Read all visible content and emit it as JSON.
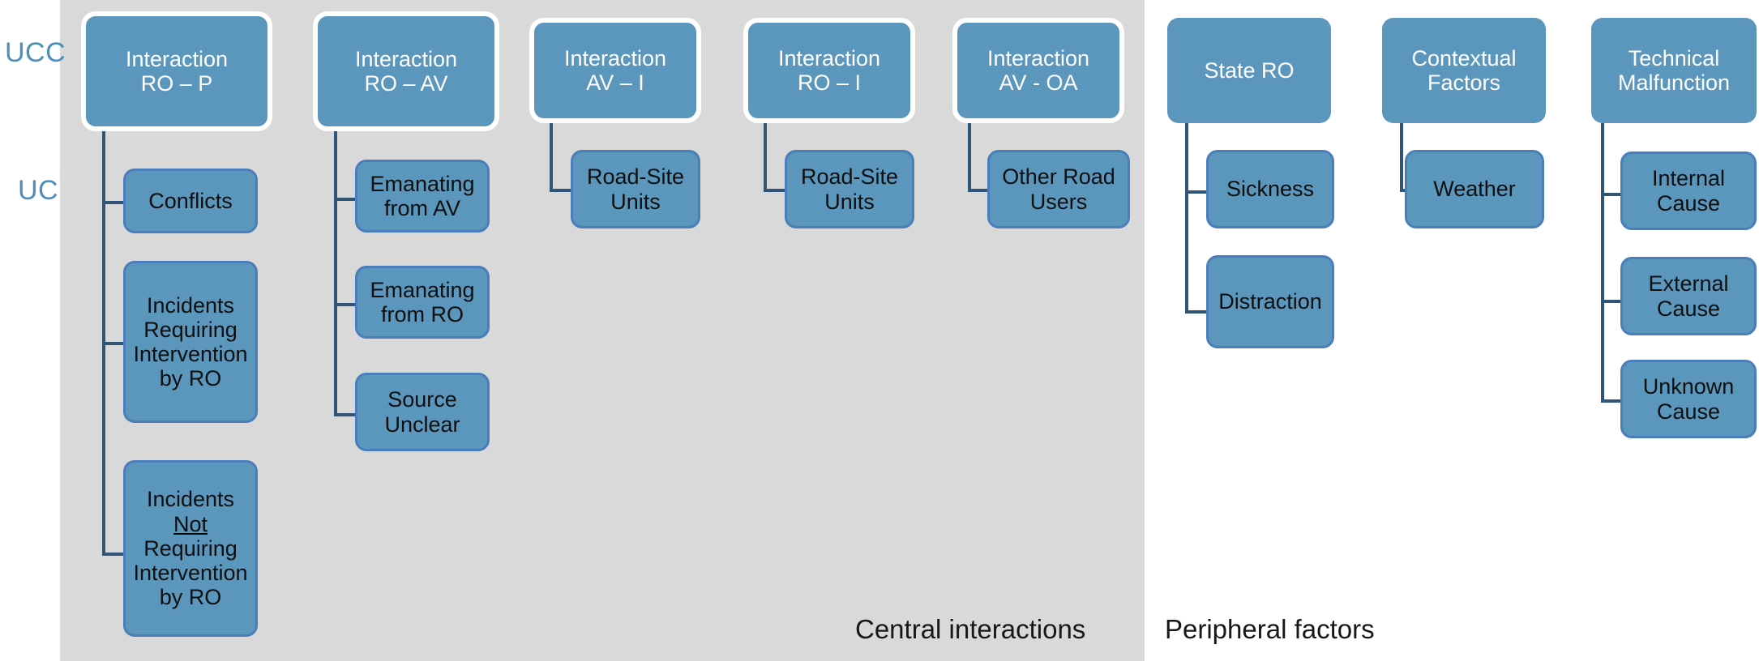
{
  "levels": [
    {
      "id": "ucc",
      "label": "UCC"
    },
    {
      "id": "uc",
      "label": "UC"
    }
  ],
  "captions": {
    "central": "Central interactions",
    "peripheral": "Peripheral factors"
  },
  "colors": {
    "node_fill": "#5b96bd",
    "node_border": "#4a7ebb",
    "root_border": "#ffffff",
    "connector": "#2f5579",
    "panel_background": "#d9d9d9",
    "level_label": "#4b8fbd",
    "page_background": "#ffffff"
  },
  "columns": [
    {
      "id": "interaction-ro-p",
      "group": "central",
      "root": "Interaction\nRO – P",
      "root_line1": "Interaction",
      "root_line2": "RO – P",
      "children": [
        {
          "id": "conflicts",
          "label": "Conflicts"
        },
        {
          "id": "incidents-requiring-intervention",
          "label": "Incidents Requiring Intervention by RO"
        },
        {
          "id": "incidents-not-requiring-intervention",
          "label": "Incidents Not Requiring Intervention by RO"
        }
      ]
    },
    {
      "id": "interaction-ro-av",
      "group": "central",
      "root_line1": "Interaction",
      "root_line2": "RO – AV",
      "children": [
        {
          "id": "emanating-from-av",
          "label": "Emanating from AV"
        },
        {
          "id": "emanating-from-ro",
          "label": "Emanating from RO"
        },
        {
          "id": "source-unclear",
          "label": "Source Unclear"
        }
      ]
    },
    {
      "id": "interaction-av-i",
      "group": "central",
      "root_line1": "Interaction",
      "root_line2": "AV – I",
      "children": [
        {
          "id": "road-site-units-av-i",
          "label": "Road-Site Units"
        }
      ]
    },
    {
      "id": "interaction-ro-i",
      "group": "central",
      "root_line1": "Interaction",
      "root_line2": "RO – I",
      "children": [
        {
          "id": "road-site-units-ro-i",
          "label": "Road-Site Units"
        }
      ]
    },
    {
      "id": "interaction-av-oa",
      "group": "central",
      "root_line1": "Interaction",
      "root_line2": "AV - OA",
      "children": [
        {
          "id": "other-road-users",
          "label": "Other Road Users"
        }
      ]
    },
    {
      "id": "state-ro",
      "group": "peripheral",
      "root_line1": "State RO",
      "root_line2": "",
      "children": [
        {
          "id": "sickness",
          "label": "Sickness"
        },
        {
          "id": "distraction",
          "label": "Distraction"
        }
      ]
    },
    {
      "id": "contextual-factors",
      "group": "peripheral",
      "root_line1": "Contextual",
      "root_line2": "Factors",
      "children": [
        {
          "id": "weather",
          "label": "Weather"
        }
      ]
    },
    {
      "id": "technical-malfunction",
      "group": "peripheral",
      "root_line1": "Technical",
      "root_line2": "Malfunction",
      "children": [
        {
          "id": "internal-cause",
          "label": "Internal Cause"
        },
        {
          "id": "external-cause",
          "label": "External Cause"
        },
        {
          "id": "unknown-cause",
          "label": "Unknown Cause"
        }
      ]
    }
  ],
  "nodes": {
    "interaction_ro_p_l1": "Interaction",
    "interaction_ro_p_l2": "RO – P",
    "interaction_ro_av_l1": "Interaction",
    "interaction_ro_av_l2": "RO – AV",
    "interaction_av_i_l1": "Interaction",
    "interaction_av_i_l2": "AV – I",
    "interaction_ro_i_l1": "Interaction",
    "interaction_ro_i_l2": "RO – I",
    "interaction_av_oa_l1": "Interaction",
    "interaction_av_oa_l2": "AV - OA",
    "state_ro": "State RO",
    "contextual_factors_l1": "Contextual",
    "contextual_factors_l2": "Factors",
    "technical_malfunction_l1": "Technical",
    "technical_malfunction_l2": "Malfunction",
    "conflicts": "Conflicts",
    "incidents_req_l1": "Incidents",
    "incidents_req_l2": "Requiring",
    "incidents_req_l3": "Intervention",
    "incidents_req_l4": "by RO",
    "incidents_not_l1": "Incidents",
    "incidents_not_l2": "Not",
    "incidents_not_l3": "Requiring",
    "incidents_not_l4": "Intervention",
    "incidents_not_l5": "by RO",
    "emanating_av_l1": "Emanating",
    "emanating_av_l2": "from AV",
    "emanating_ro_l1": "Emanating",
    "emanating_ro_l2": "from RO",
    "source_unclear_l1": "Source",
    "source_unclear_l2": "Unclear",
    "rsu1_l1": "Road-Site",
    "rsu1_l2": "Units",
    "rsu2_l1": "Road-Site",
    "rsu2_l2": "Units",
    "other_road_users_l1": "Other Road",
    "other_road_users_l2": "Users",
    "sickness": "Sickness",
    "distraction": "Distraction",
    "weather": "Weather",
    "internal_cause_l1": "Internal",
    "internal_cause_l2": "Cause",
    "external_cause_l1": "External",
    "external_cause_l2": "Cause",
    "unknown_cause_l1": "Unknown",
    "unknown_cause_l2": "Cause"
  }
}
